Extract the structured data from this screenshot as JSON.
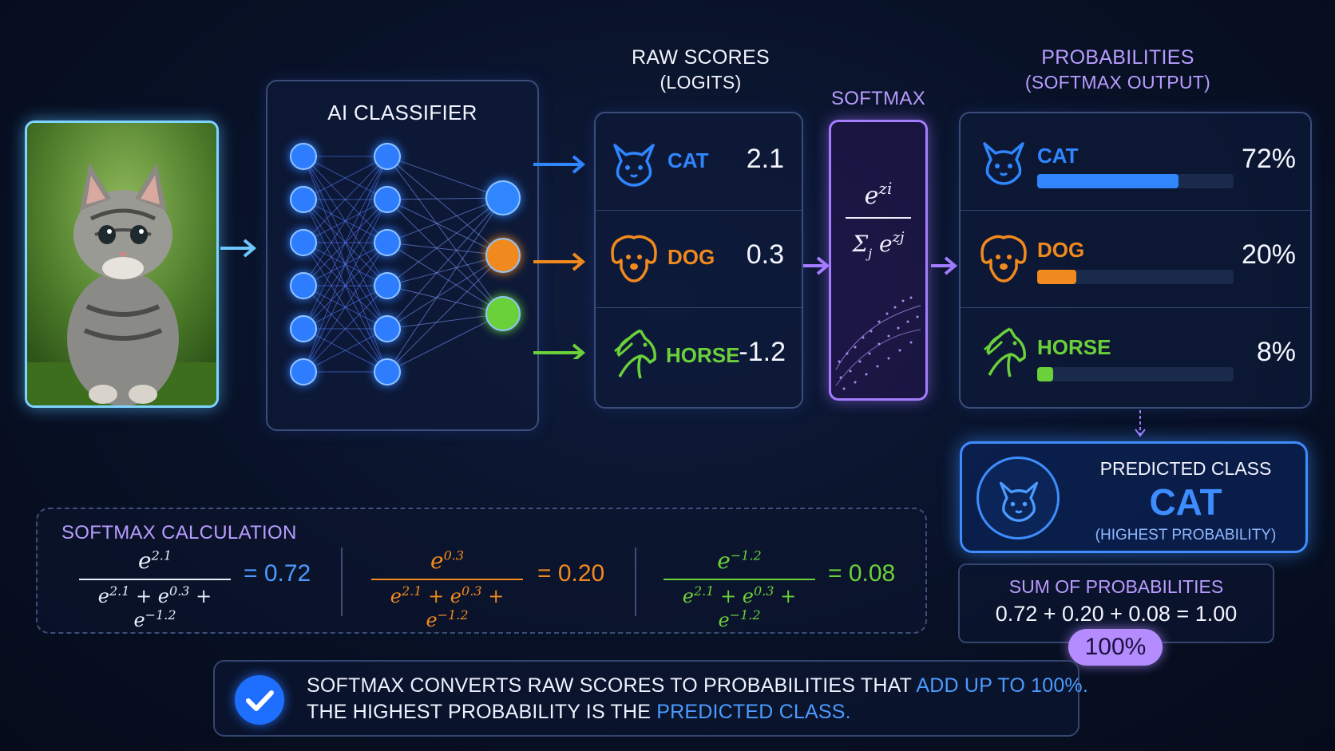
{
  "colors": {
    "cat": "#2f86ff",
    "dog": "#f18a1e",
    "horse": "#6ad13a",
    "softmax": "#a47cff",
    "highlight": "#4b9bff"
  },
  "classifier": {
    "title": "AI CLASSIFIER"
  },
  "raw_scores": {
    "title": "RAW SCORES",
    "subtitle": "(LOGITS)",
    "rows": [
      {
        "icon": "cat-icon",
        "label": "CAT",
        "value": "2.1"
      },
      {
        "icon": "dog-icon",
        "label": "DOG",
        "value": "0.3"
      },
      {
        "icon": "horse-icon",
        "label": "HORSE",
        "value": "-1.2"
      }
    ]
  },
  "softmax": {
    "title": "SOFTMAX"
  },
  "probabilities": {
    "title": "PROBABILITIES",
    "subtitle": "(SOFTMAX OUTPUT)",
    "rows": [
      {
        "icon": "cat-icon",
        "label": "CAT",
        "value": "72%",
        "fraction": 0.72
      },
      {
        "icon": "dog-icon",
        "label": "DOG",
        "value": "20%",
        "fraction": 0.2
      },
      {
        "icon": "horse-icon",
        "label": "HORSE",
        "value": "8%",
        "fraction": 0.08
      }
    ]
  },
  "predicted": {
    "title": "PREDICTED CLASS",
    "class": "CAT",
    "note": "(HIGHEST PROBABILITY)"
  },
  "calculation": {
    "title": "SOFTMAX CALCULATION",
    "terms": [
      {
        "num_exp": "2.1",
        "result": "= 0.72"
      },
      {
        "num_exp": "0.3",
        "result": "= 0.20"
      },
      {
        "num_exp": "−1.2",
        "result": "= 0.08"
      }
    ],
    "den_exps": [
      "2.1",
      "0.3",
      "−1.2"
    ]
  },
  "sum": {
    "title": "SUM OF PROBABILITIES",
    "equation": "0.72 + 0.20 + 0.08 = 1.00",
    "badge": "100%"
  },
  "summary": {
    "line1_a": "SOFTMAX CONVERTS RAW SCORES TO PROBABILITIES THAT ",
    "line1_b": "ADD UP TO 100%.",
    "line2_a": "THE HIGHEST PROBABILITY IS THE ",
    "line2_b": "PREDICTED CLASS."
  }
}
